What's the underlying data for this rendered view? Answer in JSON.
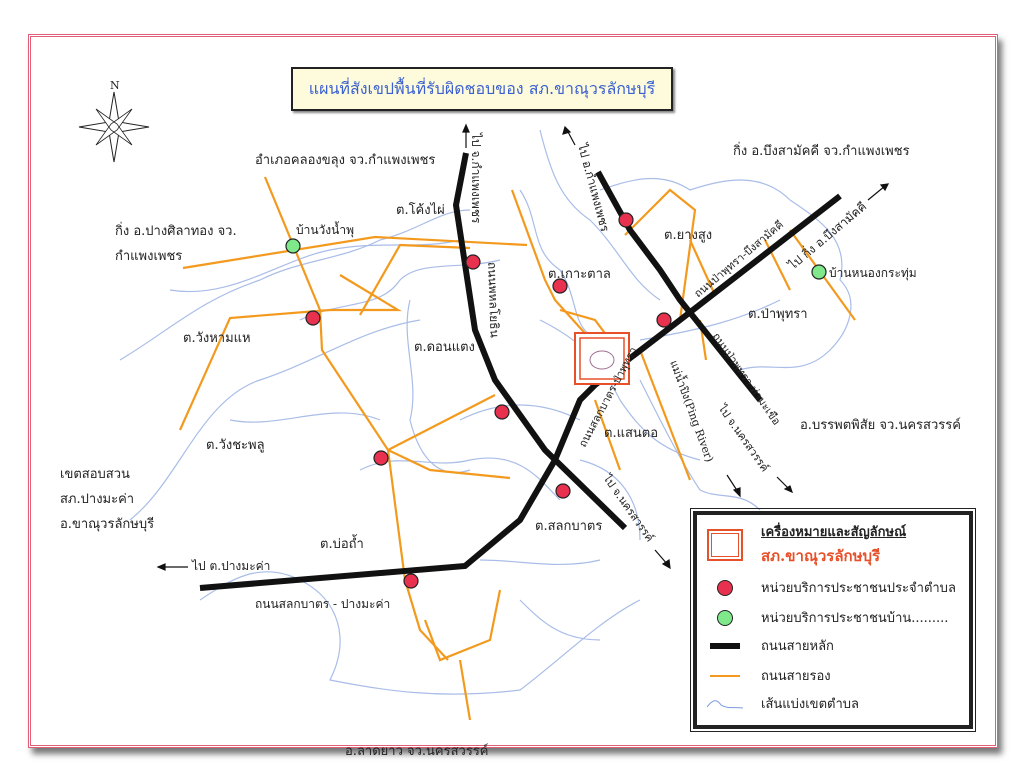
{
  "title": "แผนที่สังเขปพื้นที่รับผิดชอบของ สภ.ขาณุวรลักษบุรี",
  "compass": "N",
  "labels": {
    "khlong_khlung": "อำเภอคลองขลุง จว.กำแพงเพชร",
    "pang_sila_1": "กิ่ง อ.ปางศิลาทอง   จว.",
    "pang_sila_2": "กำแพงเพชร",
    "ban_wang_nam_phu": "บ้านวังน้ำพุ",
    "khong_phai": "ต.โค้งไผ่",
    "to_kamphaeng_1": "ไป จ.กำแพงเพชร",
    "phahonyothin": "ถนนพหลโยธิน",
    "to_kamphaeng_2": "ไป อ.กำแพงเพชร",
    "yang_sung": "ต.ยางสูง",
    "bueng_samakkhi": "กิ่ง อ.บึงสามัคคี     จว.กำแพงเพชร",
    "to_bueng": "ไป กิ่ง อ.บึงสามัคคี",
    "ban_nong_krathum": "บ้านหนองกระทุ่ม",
    "road_pa_phutsa_bueng": "ถนนป่าพุทรา-บึงสามัคคี",
    "ko_tan": "ต.เกาะตาล",
    "pa_phutsa": "ต.ป่าพุทรา",
    "wang_ham_hae": "ต.วังหามแห",
    "don_taeng": "ต.ดอนแตง",
    "road_pa_phutsa_tha": "ถนนป่าพุทรา-ท่ามะเขือ",
    "road_salok_pa": "ถนนสลกบาตร-ป่าพุทรา",
    "ping_river": "แม่น้ำปิง(Ping River)",
    "saen_to": "ต.แสนตอ",
    "to_nakhon_1": "ไป จ.นครสวรรค์",
    "to_nakhon_2": "ไป จ.นครสวรรค์",
    "banphot": "อ.บรรพตพิสัย จว.นครสวรรค์",
    "wang_chaphlu": "ต.วังชะพลู",
    "zone_1": "เขตสอบสวน",
    "zone_2": "สภ.ปางมะค่า",
    "zone_3": "อ.ขาณุวรลักษบุรี",
    "bo_tham": "ต.บ่อถ้ำ",
    "to_pang_makha": "ไป ต.ปางมะค่า",
    "road_salok_pang": "ถนนสลกบาตร - ปางมะค่า",
    "salok_bat": "ต.สลกบาตร",
    "lat_yao": "อ.ลาดยาว จว.นครสวรรค์"
  },
  "legend": {
    "heading": "เครื่องหมายและสัญลักษณ์",
    "station": "สภ.ขาณุวรลักษบุรี",
    "tambon_unit": "หน่วยบริการประชาชนประจำตำบล",
    "village_unit": "หน่วยบริการประชาชนบ้าน.........",
    "main_road": "ถนนสายหลัก",
    "secondary_road": "ถนนสายรอง",
    "boundary": "เส้นแบ่งเขตตำบล"
  },
  "colors": {
    "main_road": "#111111",
    "secondary_road": "#f39a1e",
    "boundary": "#a9bde8",
    "tambon_unit": "#e8314f",
    "village_unit": "#7ee88a",
    "station": "#e8502a",
    "title": "#3a5fd0"
  }
}
